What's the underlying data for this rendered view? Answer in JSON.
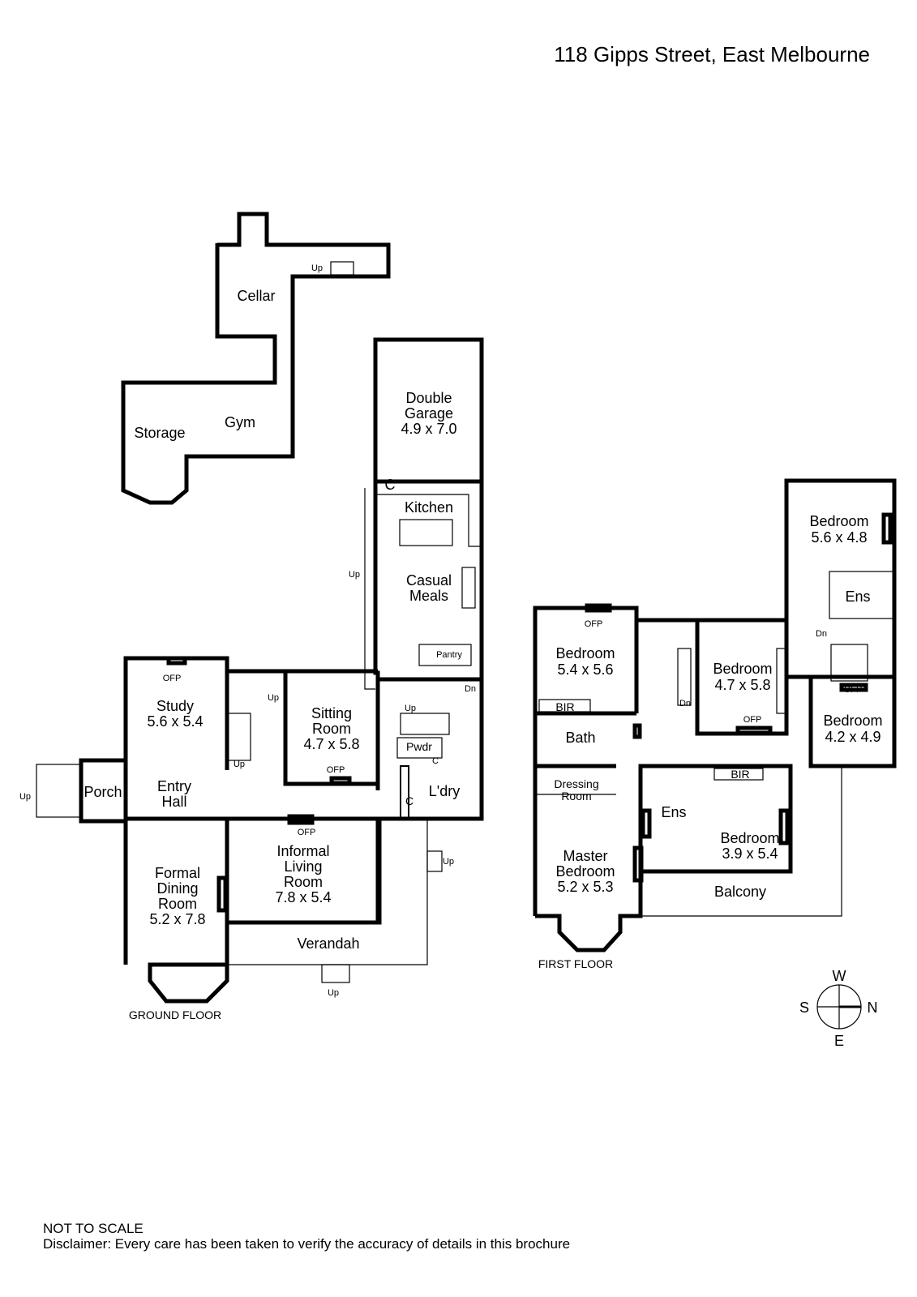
{
  "title": "118 Gipps Street, East Melbourne",
  "floors": {
    "ground": "GROUND FLOOR",
    "first": "FIRST FLOOR"
  },
  "basement_rooms": {
    "cellar": "Cellar",
    "gym": "Gym",
    "storage": "Storage",
    "up": "Up"
  },
  "ground_rooms": {
    "garage": [
      "Double",
      "Garage",
      "4.9 x 7.0"
    ],
    "kitchen": "Kitchen",
    "casual": [
      "Casual",
      "Meals"
    ],
    "pantry": "Pantry",
    "study": [
      "Study",
      "5.6 x 5.4"
    ],
    "sitting": [
      "Sitting",
      "Room",
      "4.7 x 5.8"
    ],
    "entry": [
      "Entry",
      "Hall"
    ],
    "porch": "Porch",
    "pwdr": "Pwdr",
    "ldry": "L'dry",
    "formal": [
      "Formal",
      "Dining",
      "Room",
      "5.2 x 7.8"
    ],
    "informal": [
      "Informal",
      "Living",
      "Room",
      "7.8 x 5.4"
    ],
    "verandah": "Verandah"
  },
  "first_rooms": {
    "bed1": [
      "Bedroom",
      "5.4 x 5.6"
    ],
    "bed2": [
      "Bedroom",
      "4.7 x 5.8"
    ],
    "bed3": [
      "Bedroom",
      "5.6 x 4.8"
    ],
    "bed4": [
      "Bedroom",
      "4.2 x 4.9"
    ],
    "bed5": [
      "Bedroom",
      "3.9 x 5.4"
    ],
    "master": [
      "Master",
      "Bedroom",
      "5.2 x 5.3"
    ],
    "bath": "Bath",
    "dressing": [
      "Dressing",
      "Room"
    ],
    "ens": "Ens",
    "bir": "BIR",
    "balcony": "Balcony"
  },
  "small_labels": {
    "ofp": "OFP",
    "c": "C",
    "up": "Up",
    "dn": "Dn"
  },
  "compass": {
    "w": "W",
    "s": "S",
    "n": "N",
    "e": "E"
  },
  "footer": {
    "line1": "NOT TO SCALE",
    "line2": "Disclaimer: Every care has been taken to verify the accuracy of details in this brochure"
  }
}
